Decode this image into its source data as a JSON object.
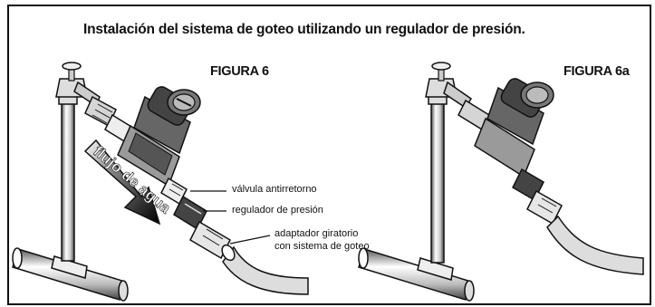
{
  "title": "Instalación del sistema de goteo utilizando un regulador de presión.",
  "figures": [
    {
      "label": "FIGURA 6"
    },
    {
      "label": "FIGURA 6a"
    }
  ],
  "flow_arrow_text": "flujo de agua",
  "callouts": {
    "check_valve": "válvula antirretorno",
    "pressure_regulator": "regulador de presión",
    "swivel_adapter_line1": "adaptador giratorio",
    "swivel_adapter_line2": "con sistema de goteo"
  }
}
